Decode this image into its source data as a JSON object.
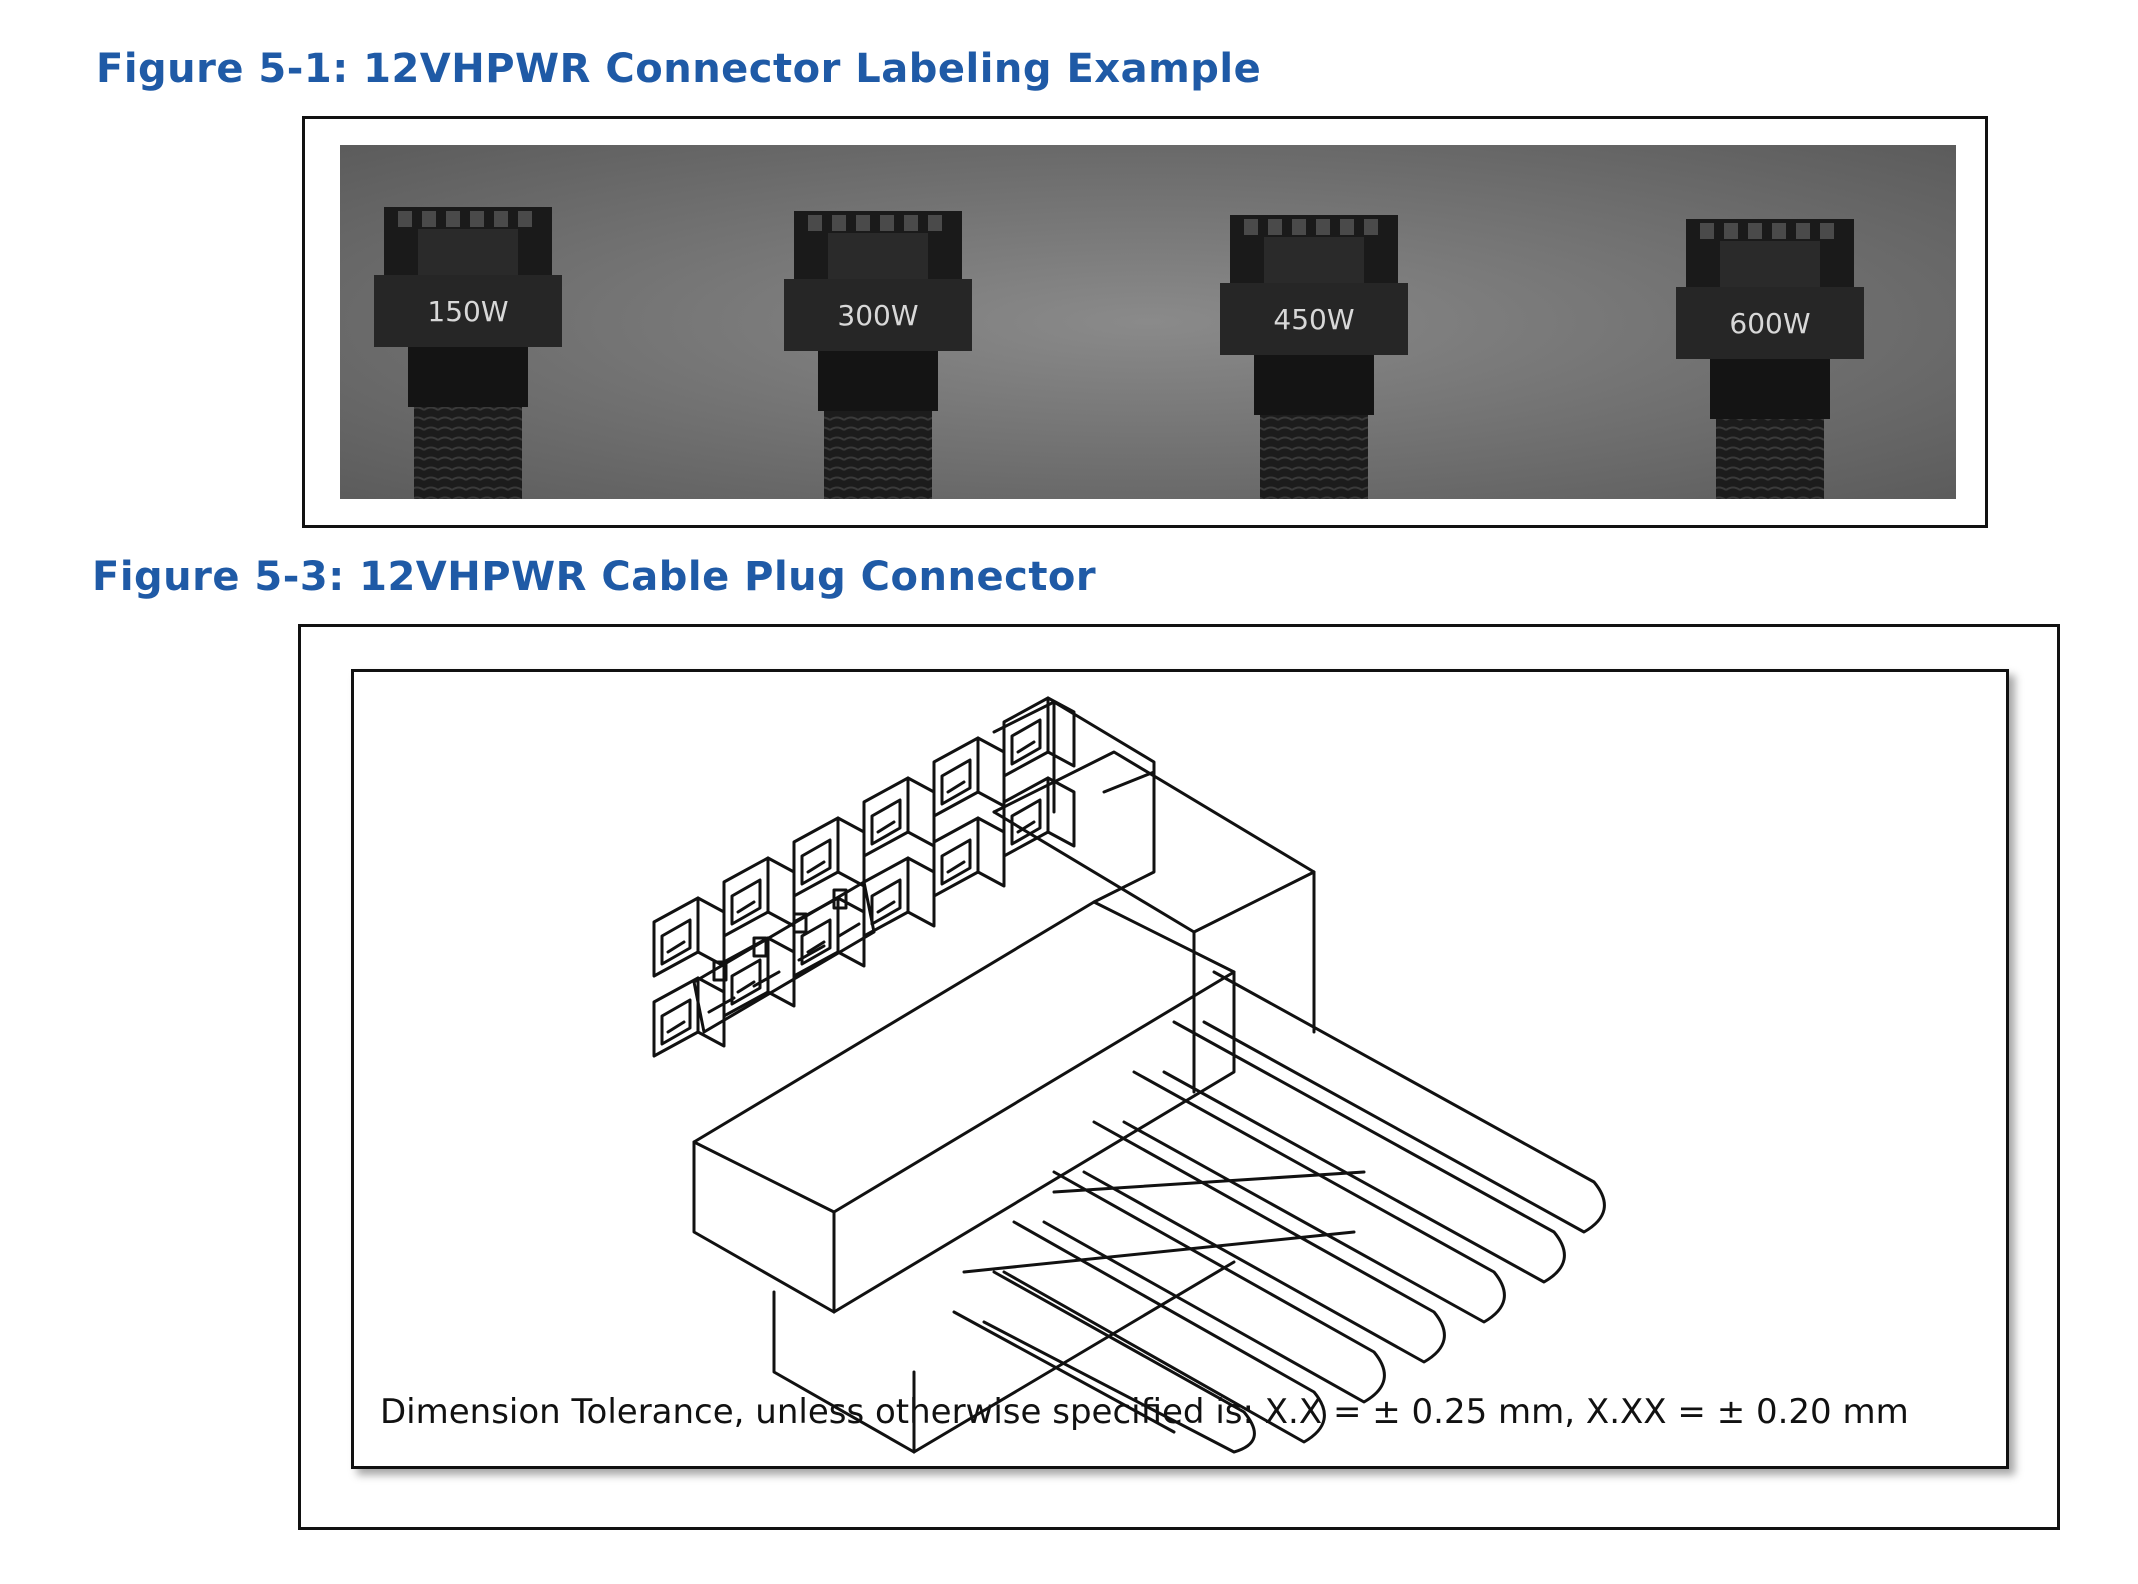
{
  "figure1": {
    "caption": "Figure 5-1: 12VHPWR Connector Labeling Example",
    "connectors": [
      {
        "label": "150W"
      },
      {
        "label": "300W"
      },
      {
        "label": "450W"
      },
      {
        "label": "600W"
      }
    ]
  },
  "figure2": {
    "caption": "Figure 5-3: 12VHPWR Cable Plug Connector",
    "tolerance_note": "Dimension Tolerance, unless otherwise specified is:  X.X = ± 0.25 mm, X.XX = ± 0.20 mm"
  }
}
